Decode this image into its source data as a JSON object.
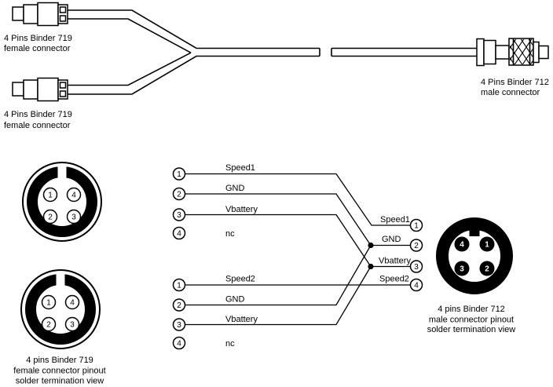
{
  "colors": {
    "ink": "#000000",
    "background": "#ffffff"
  },
  "cable": {
    "connector_top_label": {
      "line1": "4 Pins Binder 719",
      "line2": "female connector"
    },
    "connector_bottom_label": {
      "line1": "4 Pins Binder 719",
      "line2": "female connector"
    },
    "male_label": {
      "line1": "4 Pins Binder 712",
      "line2": "male connector"
    }
  },
  "wiring": {
    "left_group1": {
      "pins": [
        "1",
        "2",
        "3",
        "4"
      ],
      "signals": [
        "Speed1",
        "GND",
        "Vbattery",
        "nc"
      ]
    },
    "left_group2": {
      "pins": [
        "1",
        "2",
        "3",
        "4"
      ],
      "signals": [
        "Speed2",
        "GND",
        "Vbattery",
        "nc"
      ]
    },
    "right_group": {
      "pins": [
        "1",
        "2",
        "3",
        "4"
      ],
      "signals": [
        "Speed1",
        "GND",
        "Vbattery",
        "Speed2"
      ]
    }
  },
  "female_pinout": {
    "top": {
      "pins": [
        "1",
        "4",
        "2",
        "3"
      ]
    },
    "bottom": {
      "pins": [
        "1",
        "4",
        "2",
        "3"
      ]
    },
    "caption": {
      "line1": "4 pins Binder 719",
      "line2": "female connector pinout",
      "line3": "solder termination view"
    }
  },
  "male_pinout": {
    "pins": [
      "4",
      "1",
      "3",
      "2"
    ],
    "caption": {
      "line1": "4 pins Binder 712",
      "line2": "male connector pinout",
      "line3": "solder termination view"
    }
  }
}
